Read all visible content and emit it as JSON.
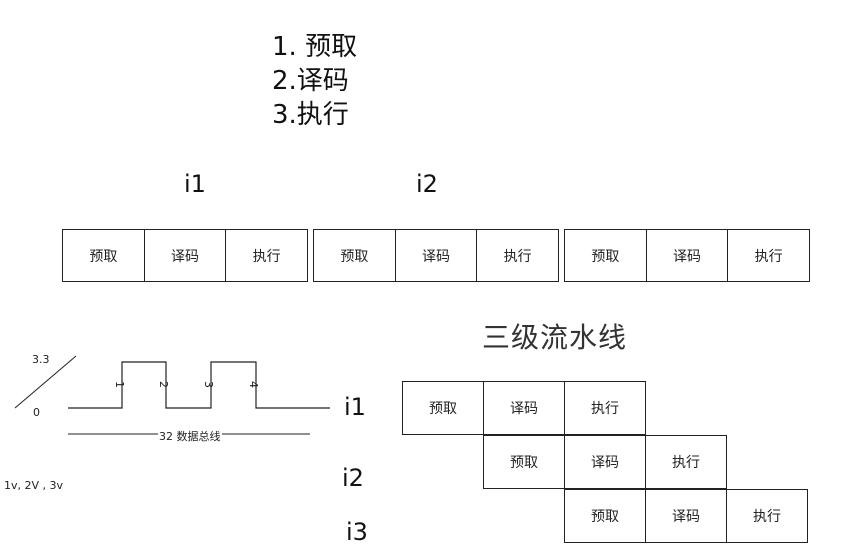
{
  "steps": [
    "1. 预取",
    "2.译码",
    "3.执行"
  ],
  "top_labels": {
    "i1": "i1",
    "i2": "i2"
  },
  "sequential_groups": [
    [
      "预取",
      "译码",
      "执行"
    ],
    [
      "预取",
      "译码",
      "执行"
    ],
    [
      "预取",
      "译码",
      "执行"
    ]
  ],
  "signal": {
    "voltage_high": "3.3",
    "voltage_low": "0",
    "marks": [
      "1",
      "2",
      "3",
      "4"
    ],
    "bus_label": "32 数据总线",
    "levels_note": "1v, 2V ,  3v"
  },
  "pipeline": {
    "title": "三级流水线",
    "row_labels": [
      "i1",
      "i2",
      "i3"
    ],
    "rows": [
      [
        "预取",
        "译码",
        "执行"
      ],
      [
        "预取",
        "译码",
        "执行"
      ],
      [
        "预取",
        "译码",
        "执行"
      ]
    ]
  }
}
